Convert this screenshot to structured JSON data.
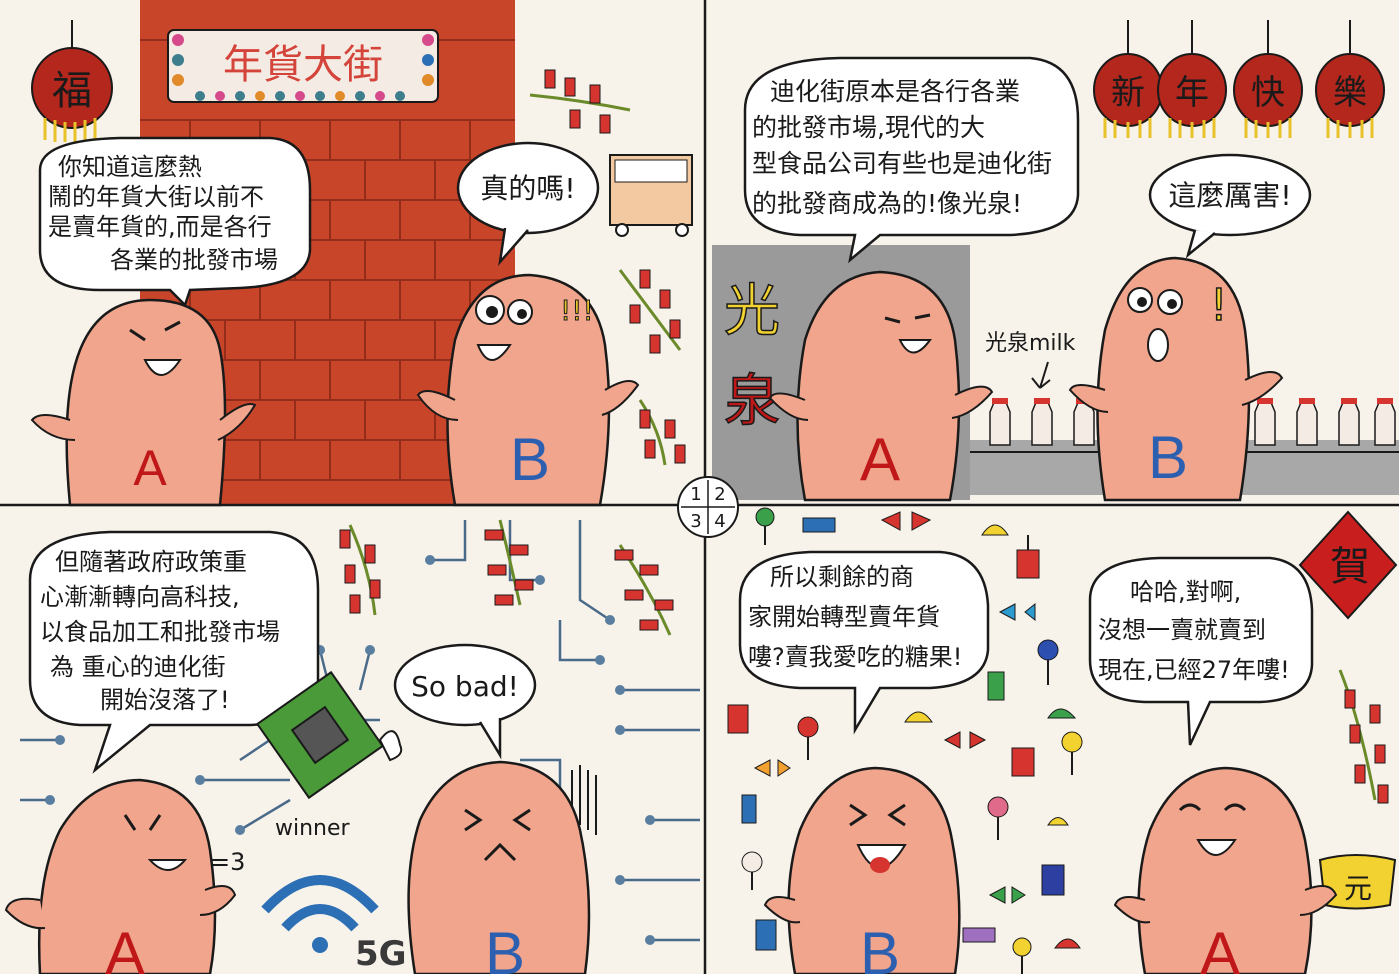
{
  "title": "Comic: Dihua Street New Year Market",
  "panel_numbers": [
    "1",
    "2",
    "3",
    "4"
  ],
  "characters": {
    "a": "A",
    "b": "B"
  },
  "panel1": {
    "sign": "年貨大街",
    "lantern": "福",
    "speech_a": [
      "你知道這麼熱",
      "鬧的年貨大街以前不",
      "是賣年貨的,而是各行",
      "各業的批發市場"
    ],
    "speech_b": [
      "真的嗎!"
    ],
    "b_mark": "!!!"
  },
  "panel2": {
    "lanterns": [
      "新",
      "年",
      "快",
      "樂"
    ],
    "speech_a": [
      "迪化街原本是各行各業",
      "的批發市場,現代的大",
      "型食品公司有些也是迪化街",
      "的批發商成為的!像光泉!"
    ],
    "speech_b": [
      "這麼厲害!"
    ],
    "store_sign": [
      "光",
      "泉"
    ],
    "product_label": "光泉milk",
    "b_mark": "!"
  },
  "panel3": {
    "speech_a": [
      "但隨著政府政策重",
      "心漸漸轉向高科技,",
      "以食品加工和批發市場",
      "為 重心的迪化街",
      "開始沒落了!"
    ],
    "speech_b": [
      "So bad!"
    ],
    "chip_label": "winner",
    "wifi_label": "5G"
  },
  "panel4": {
    "speech_b": [
      "所以剩餘的商",
      "家開始轉型賣年貨",
      "嘍?賣我愛吃的糖果!"
    ],
    "speech_a": [
      "哈哈,對啊,",
      "沒想一賣就賣到",
      "現在,已經27年嘍!"
    ],
    "diamond_char": "賀",
    "ingot_char": "元"
  },
  "colors": {
    "paper": "#f7f3ea",
    "ink": "#1a1a1a",
    "skin": "#f0a58c",
    "brick": "#c9452a",
    "lantern_red": "#b3271d",
    "gold": "#f2d230",
    "gray_wall": "#9a9a9a"
  }
}
